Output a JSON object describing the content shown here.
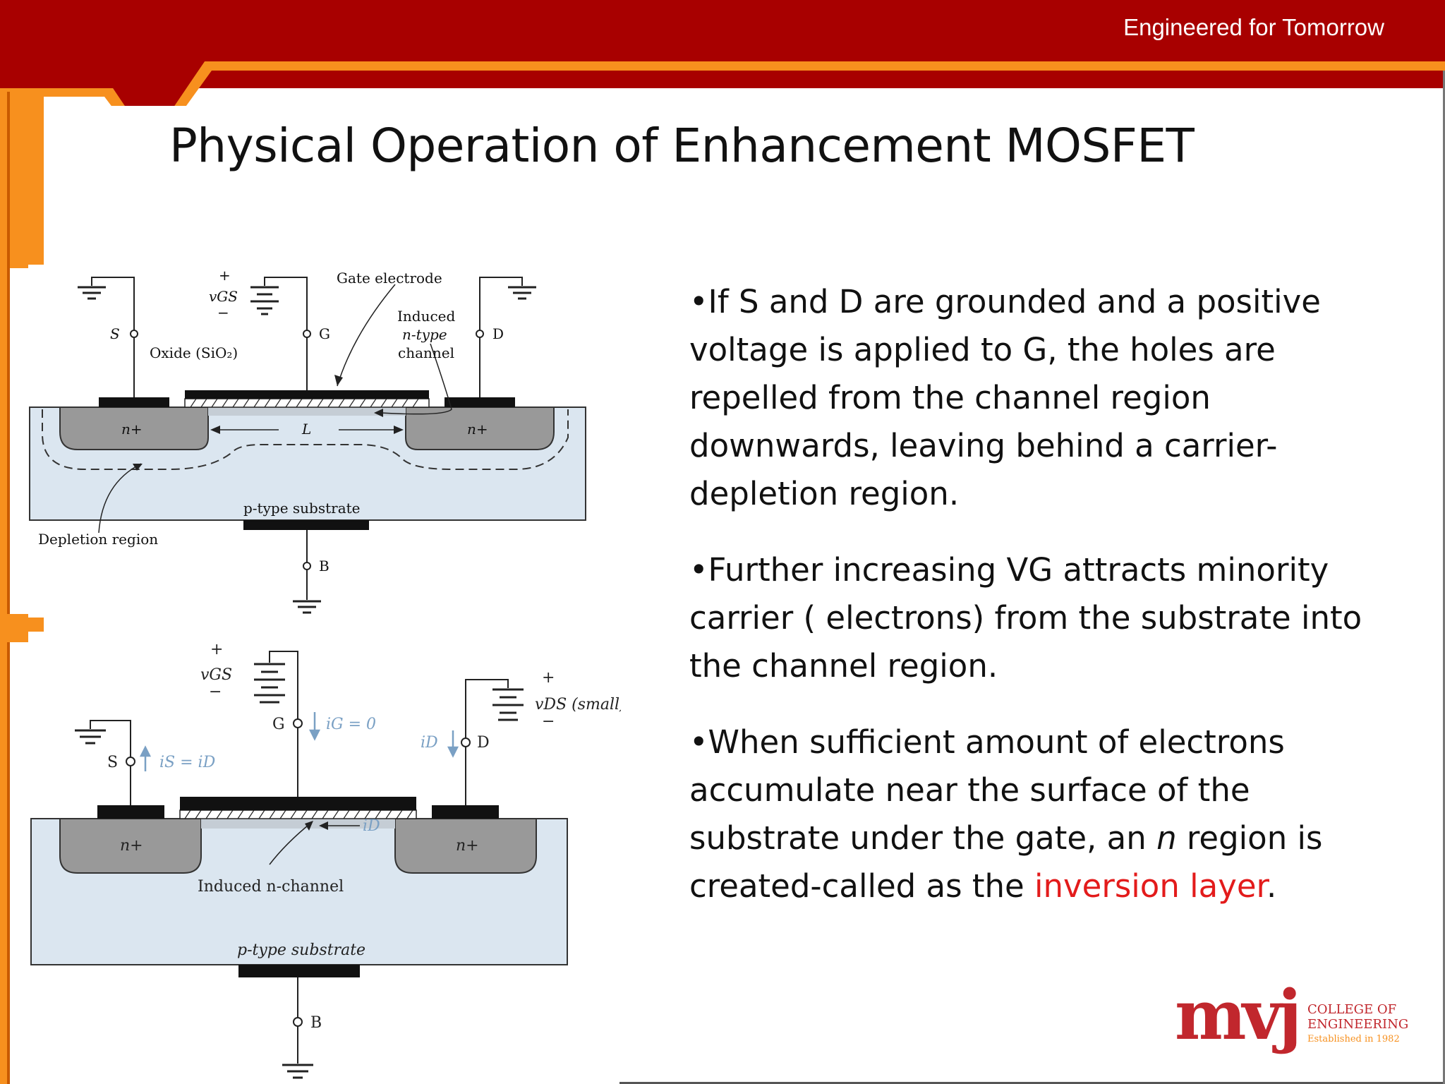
{
  "header": {
    "tagline": "Engineered for Tomorrow",
    "colors": {
      "banner": "#a80000",
      "accent": "#f7901e"
    }
  },
  "slide": {
    "title": "Physical Operation  of Enhancement MOSFET"
  },
  "diagram_top": {
    "labels": {
      "plus": "+",
      "minus": "−",
      "vgs": "vGS",
      "gate_electrode": "Gate electrode",
      "induced": "Induced",
      "ntype": "n-type",
      "channel": "channel",
      "s": "S",
      "g": "G",
      "d": "D",
      "b": "B",
      "oxide": "Oxide (SiO₂)",
      "nplus": "n+",
      "length": "L",
      "substrate": "p-type substrate",
      "depletion": "Depletion region"
    }
  },
  "diagram_bottom": {
    "labels": {
      "plus": "+",
      "minus": "−",
      "vgs": "vGS",
      "g": "G",
      "ig": "iG = 0",
      "vds": "vDS (small)",
      "id": "iD",
      "d": "D",
      "s": "S",
      "is": "iS = iD",
      "nplus": "n+",
      "id_channel": "iD",
      "induced_channel": "Induced n-channel",
      "substrate": "p-type substrate",
      "b": "B"
    }
  },
  "bullets": {
    "b1": "•If S and D are grounded and a positive voltage is applied to G, the holes are repelled from the channel region downwards, leaving behind a carrier-depletion region.",
    "b2": "•Further increasing VG attracts minority carrier ( electrons) from the substrate into the channel region.",
    "b3_before": "•When sufficient amount of electrons accumulate near the surface of the substrate under the gate, an ",
    "b3_italic": "n",
    "b3_mid": " region is created-called as the ",
    "b3_highlight": "inversion layer",
    "b3_end": "."
  },
  "logo": {
    "mark": "mvj",
    "line1": "COLLEGE OF",
    "line2": "ENGINEERING",
    "line3": "Established in 1982"
  }
}
